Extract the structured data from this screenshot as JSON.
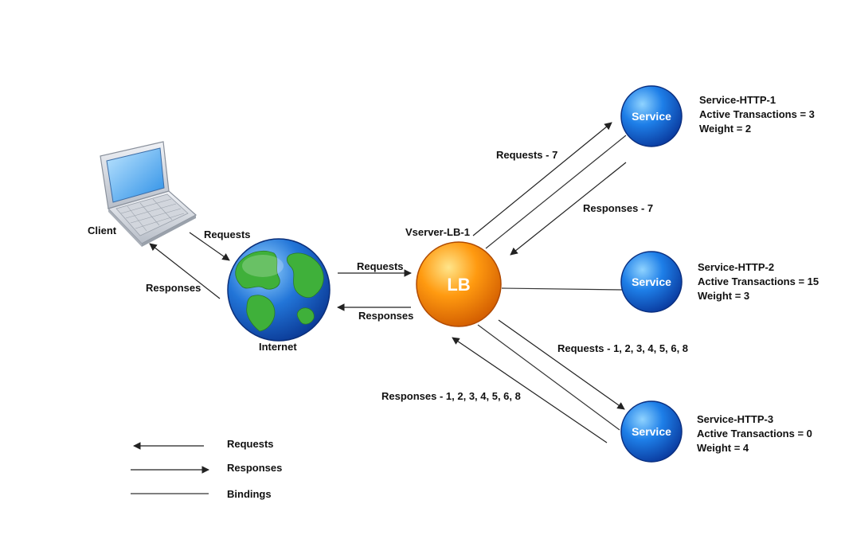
{
  "client": {
    "label": "Client"
  },
  "internet": {
    "label": "Internet"
  },
  "lb": {
    "label": "LB",
    "vserver_label": "Vserver-LB-1"
  },
  "services": [
    {
      "node_label": "Service",
      "name": "Service-HTTP-1",
      "active": "Active Transactions = 3",
      "weight": "Weight = 2"
    },
    {
      "node_label": "Service",
      "name": "Service-HTTP-2",
      "active": "Active Transactions = 15",
      "weight": "Weight = 3"
    },
    {
      "node_label": "Service",
      "name": "Service-HTTP-3",
      "active": "Active Transactions = 0",
      "weight": "Weight = 4"
    }
  ],
  "flows": {
    "client_requests": "Requests",
    "client_responses": "Responses",
    "internet_requests": "Requests",
    "internet_responses": "Responses",
    "svc1_requests": "Requests - 7",
    "svc1_responses": "Responses - 7",
    "svc3_requests": "Requests - 1, 2, 3, 4, 5, 6, 8",
    "svc3_responses": "Responses - 1, 2, 3, 4, 5, 6, 8"
  },
  "legend": {
    "requests": "Requests",
    "responses": "Responses",
    "bindings": "Bindings"
  },
  "colors": {
    "service_blue": "#1a5fd6",
    "lb_orange": "#f07a00",
    "globe_ocean": "#1c63c9",
    "globe_land": "#3fb03a",
    "line": "#333333"
  }
}
